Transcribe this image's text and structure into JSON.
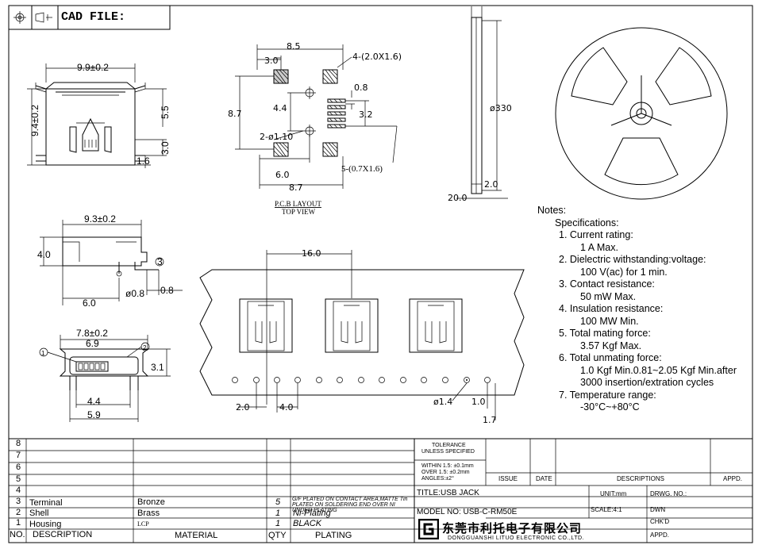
{
  "header": {
    "cad_file_label": "CAD FILE:"
  },
  "side_view": {
    "width": "9.9±0.2",
    "height": "9.4±0.2",
    "dim_55": "5.5",
    "dim_30": "3.0",
    "dim_16": "1.6"
  },
  "pcb_layout": {
    "dim_85": "8.5",
    "dim_30": "3.0",
    "pad4": "4-(2.0X1.6)",
    "dim_08": "0.8",
    "dim_87_left": "8.7",
    "dim_44": "4.4",
    "dim_32": "3.2",
    "holes": "2-ø1.10",
    "dim_60": "6.0",
    "pad5": "5-(0.7X1.6)",
    "dim_87_bottom": "8.7",
    "caption1": "P.C.B LAYOUT",
    "caption2": "TOP VIEW"
  },
  "reel": {
    "diameter": "ø330",
    "dim_20": "2.0",
    "dim_200": "20.0"
  },
  "side_profile": {
    "width": "9.3±0.2",
    "height": "4.0",
    "dim_60": "6.0",
    "hole": "ø0.8",
    "dim_08": "0.8",
    "callout3": "3"
  },
  "front_view": {
    "w78": "7.8±0.2",
    "w69": "6.9",
    "h31": "3.1",
    "w44": "4.4",
    "w59": "5.9",
    "callout1": "1",
    "callout2": "2"
  },
  "tape": {
    "pitch": "16.0",
    "d20": "2.0",
    "d40": "4.0",
    "hole": "ø1.4",
    "d10": "1.0",
    "d17": "1.7"
  },
  "notes": {
    "title": "Notes:",
    "spec": "Specifications:",
    "lines": [
      "1. Current rating:",
      "1 A Max.",
      "2. Dielectric withstanding:voltage:",
      "100 V(ac) for 1 min.",
      "3. Contact resistance:",
      "50 mW Max.",
      "4. Insulation resistance:",
      "100 MW Min.",
      "5. Total mating force:",
      "3.57 Kgf Max.",
      "6. Total unmating force:",
      "1.0 Kgf Min.0.81~2.05 Kgf Min.after",
      "3000 insertion/extration cycles",
      "7. Temperature range:",
      "-30°C~+80°C"
    ]
  },
  "title_block": {
    "row_numbers": [
      "8",
      "7",
      "6",
      "5",
      "4",
      "3",
      "2",
      "1",
      "NO."
    ],
    "parts": [
      {
        "no": "3",
        "desc": "Terminal",
        "material": "Bronze",
        "qty": "5",
        "plating": "G/F PLATED ON CONTACT AREA,MATTE Tin PLATED ON SOLDERING END OVER NI UNDER-PLATING"
      },
      {
        "no": "2",
        "desc": "Shell",
        "material": "Brass",
        "qty": "1",
        "plating": "Ni-Plating"
      },
      {
        "no": "1",
        "desc": "Housing",
        "material": "LCP",
        "qty": "1",
        "plating": "BLACK"
      }
    ],
    "headers": {
      "desc": "DESCRIPTION",
      "material": "MATERIAL",
      "qty": "QTY",
      "plating": "PLATING"
    },
    "tolerance": {
      "title1": "TOLERANCE",
      "title2": "UNLESS SPECIFIED",
      "l1": "WITHIN 1.5: ±0.1mm",
      "l2": "OVER 1.5: ±0.2mm",
      "l3": "ANGLES:±2°"
    },
    "rev_headers": {
      "issue": "ISSUE",
      "date": "DATE",
      "desc": "DESCRIPTIONS",
      "appd": "APPD."
    },
    "title": "TITLE:USB  JACK",
    "model": "MODEL NO: USB-C-RM50E",
    "unit": "UNIT:mm",
    "scale": "SCALE:4:1",
    "drwg": "DRWG. NO.:",
    "dwn": "DWN",
    "chkd": "CHK'D",
    "appd": "APPD.",
    "company_cn": "东莞市利托电子有限公司",
    "company_en": "DONGGUANSHI LITUO ELECTRONIC CO.,LTD."
  }
}
